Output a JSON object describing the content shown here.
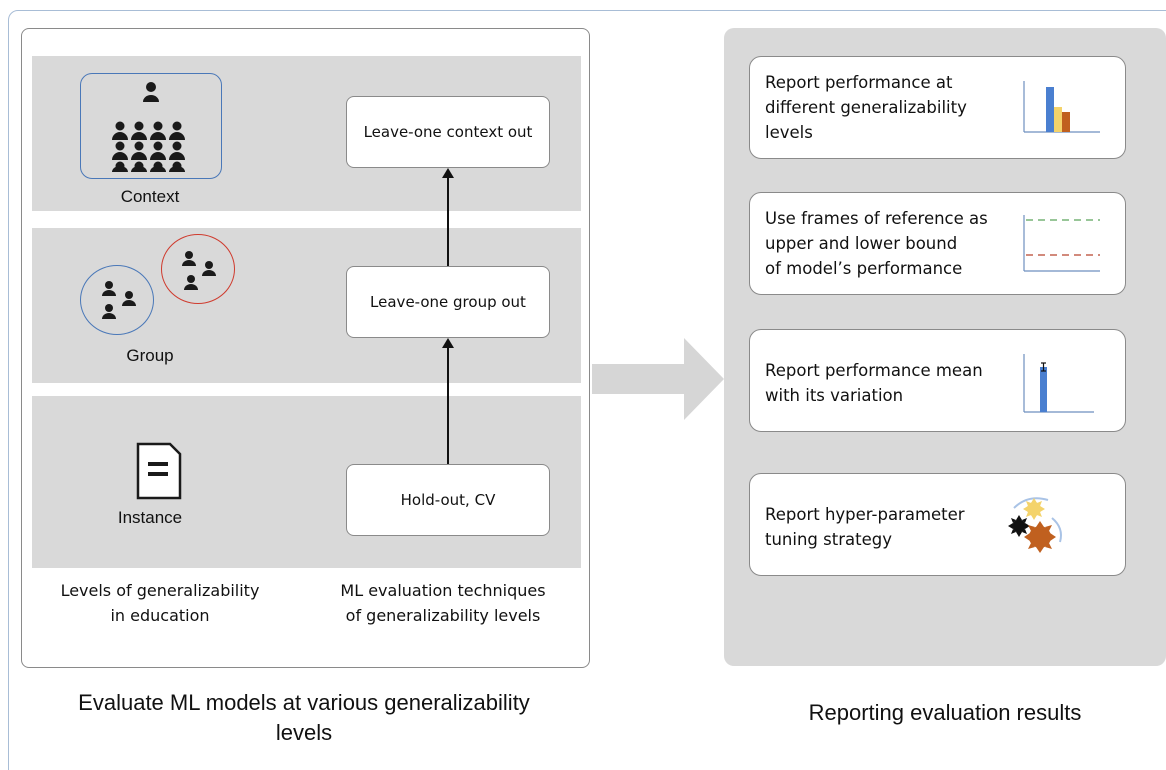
{
  "left": {
    "levels": {
      "context": "Context",
      "group": "Group",
      "instance": "Instance"
    },
    "techniques": {
      "context": "Leave-one context out",
      "group": "Leave-one group out",
      "instance": "Hold-out, CV"
    },
    "caption_levels_line1": "Levels of generalizability",
    "caption_levels_line2": "in education",
    "caption_techniques_line1": "ML evaluation techniques",
    "caption_techniques_line2": "of generalizability levels",
    "title_line1": "Evaluate ML models at various generalizability",
    "title_line2": "levels"
  },
  "right": {
    "title": "Reporting evaluation results",
    "cards": [
      {
        "lines": [
          "Report performance at",
          "different generalizability",
          "levels"
        ],
        "icon": "bar-chart-icon"
      },
      {
        "lines": [
          "Use frames of reference as",
          "upper and lower bound",
          "of model’s performance"
        ],
        "icon": "reference-lines-icon"
      },
      {
        "lines": [
          "Report performance mean",
          "with its variation"
        ],
        "icon": "error-bar-icon"
      },
      {
        "lines": [
          "Report hyper-parameter",
          "tuning strategy"
        ],
        "icon": "gears-icon"
      }
    ]
  },
  "colors": {
    "band": "#d9d9d9",
    "blue": "#4a78b8",
    "red": "#cf3b2e",
    "bar_blue": "#4a7fd0",
    "bar_yellow": "#f4d36b",
    "bar_orange": "#c0601f",
    "green_dash": "#5aa55a"
  }
}
